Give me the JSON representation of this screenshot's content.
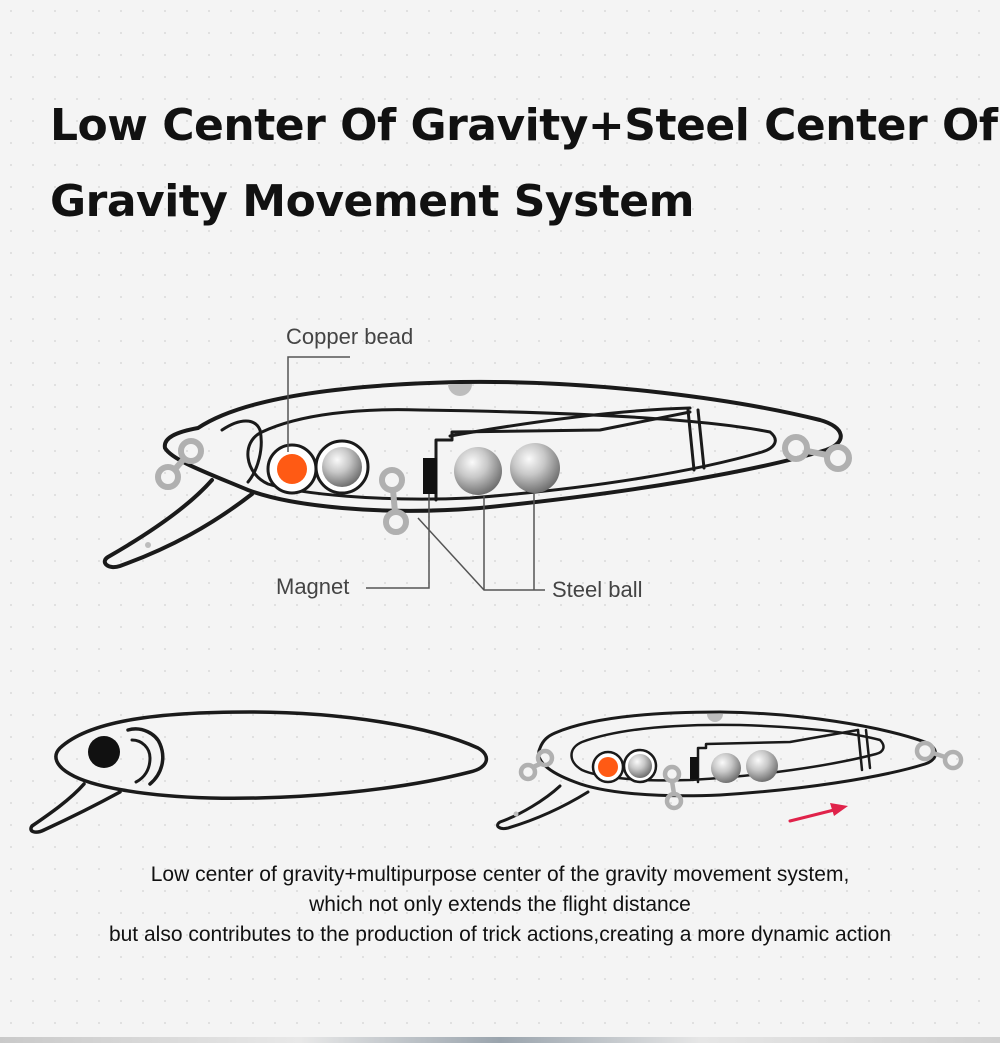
{
  "title": {
    "line1": "Low Center Of Gravity+Steel Center Of",
    "line2": "Gravity Movement System"
  },
  "labels": {
    "copper_bead": "Copper bead",
    "magnet": "Magnet",
    "steel_ball": "Steel ball"
  },
  "description": {
    "line1": "Low center of gravity+multipurpose center of the gravity movement system,",
    "line2": "which not only extends the flight distance",
    "line3": "but also contributes to the production of trick actions,creating a more dynamic action"
  },
  "colors": {
    "outline": "#1a1a1a",
    "copper_bead": "#ff5a14",
    "ring": "#b0b0b0",
    "leader_line": "#555555",
    "arrow": "#e0224a"
  },
  "icons": {
    "copper_bead": "copper-bead-icon",
    "steel_ball": "steel-ball-icon",
    "magnet": "magnet-icon",
    "split_ring": "split-ring-icon",
    "direction_arrow": "arrow-icon"
  }
}
